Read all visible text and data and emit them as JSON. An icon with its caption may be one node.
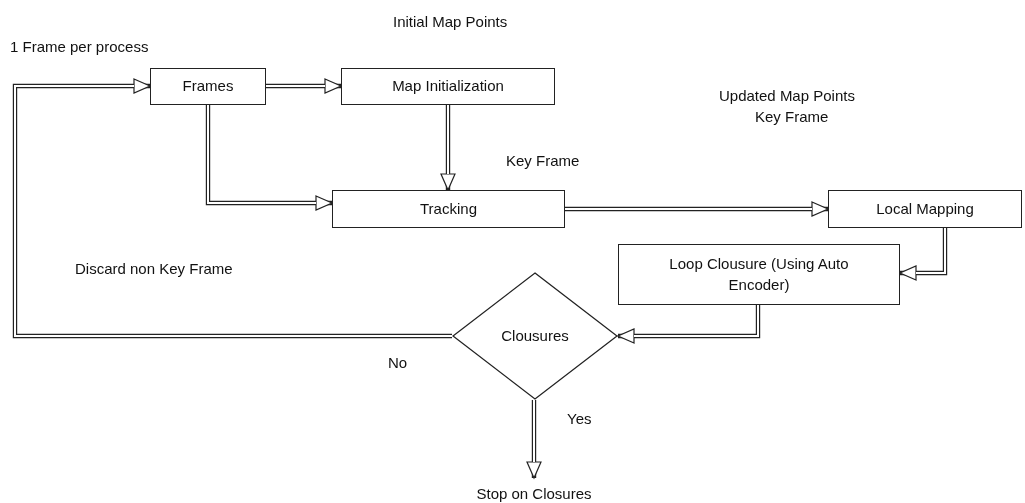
{
  "diagram": {
    "nodes": [
      {
        "text": [
          "Frames"
        ]
      },
      {
        "text": [
          "Map Initialization"
        ]
      },
      {
        "text": [
          "Tracking"
        ]
      },
      {
        "text": [
          "Local Mapping"
        ]
      },
      {
        "text": [
          "Loop Clousure (Using Auto Encoder)"
        ]
      },
      {
        "text": [
          "Clousures"
        ]
      },
      {
        "text": [
          "Stop on Closures"
        ]
      }
    ],
    "edges": [
      {
        "from": 0,
        "to": 1,
        "arrow": "to"
      },
      {
        "from": 1,
        "to": 2,
        "arrow": "to"
      },
      {
        "from": 0,
        "to": 2,
        "arrow": "to"
      },
      {
        "from": 2,
        "to": 3,
        "arrow": "to"
      },
      {
        "from": 3,
        "to": 4,
        "arrow": "to"
      },
      {
        "from": 4,
        "to": 5,
        "arrow": "to"
      },
      {
        "from": 5,
        "to": 0,
        "arrow": "to",
        "label": "No"
      },
      {
        "from": 5,
        "to": 6,
        "arrow": "to",
        "label": "Yes"
      }
    ],
    "labels": [
      "Initial Map Points",
      "1 Frame per process",
      "Updated Map Points",
      "Key Frame",
      "Key Frame",
      "Discard non Key Frame"
    ]
  }
}
